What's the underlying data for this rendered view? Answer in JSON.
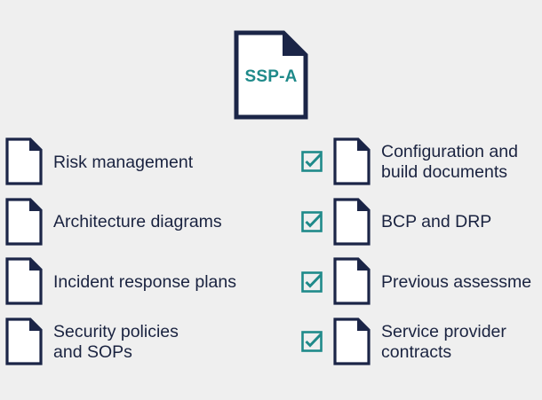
{
  "main_document": {
    "label": "SSP-A",
    "icon": "document-icon"
  },
  "colors": {
    "navy": "#1b2547",
    "teal": "#1f8a8a",
    "background": "#efefef"
  },
  "left_items": [
    {
      "label_line1": "Risk management",
      "label_line2": "",
      "icon": "document-icon"
    },
    {
      "label_line1": "Architecture diagrams",
      "label_line2": "",
      "icon": "document-icon"
    },
    {
      "label_line1": "Incident response plans",
      "label_line2": "",
      "icon": "document-icon"
    },
    {
      "label_line1": "Security policies",
      "label_line2": "and SOPs",
      "icon": "document-icon"
    }
  ],
  "right_items": [
    {
      "label_line1": "Configuration and",
      "label_line2": "build documents",
      "icon": "document-icon",
      "checked": true
    },
    {
      "label_line1": "BCP and DRP",
      "label_line2": "",
      "icon": "document-icon",
      "checked": true
    },
    {
      "label_line1": "Previous assessme",
      "label_line2": "",
      "icon": "document-icon",
      "checked": true
    },
    {
      "label_line1": "Service provider",
      "label_line2": "contracts",
      "icon": "document-icon",
      "checked": true
    }
  ]
}
